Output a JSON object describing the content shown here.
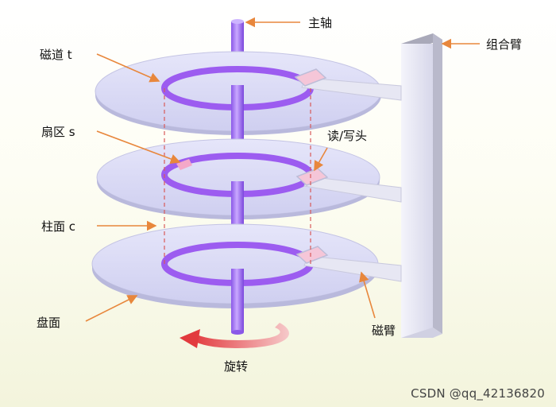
{
  "labels": {
    "spindle": "主轴",
    "track": "磁道 t",
    "sector": "扇区 s",
    "cylinder": "柱面 c",
    "platter": "盘面",
    "head": "读/写头",
    "arm_assembly": "组合臂",
    "arm": "磁臂",
    "rotation": "旋转"
  },
  "watermark": "CSDN @qq_42136820",
  "colors": {
    "background_fade": "#f5f6e0",
    "platter": "#dcdcf6",
    "track": "#9c5cf0",
    "spindle": "#a678f4",
    "arrow": "#e8873c",
    "rotation_arrow": "#e0484a",
    "head": "#f5c6d8",
    "arm": "#e7e7f3",
    "cylinder_dash": "#d85a5a"
  }
}
